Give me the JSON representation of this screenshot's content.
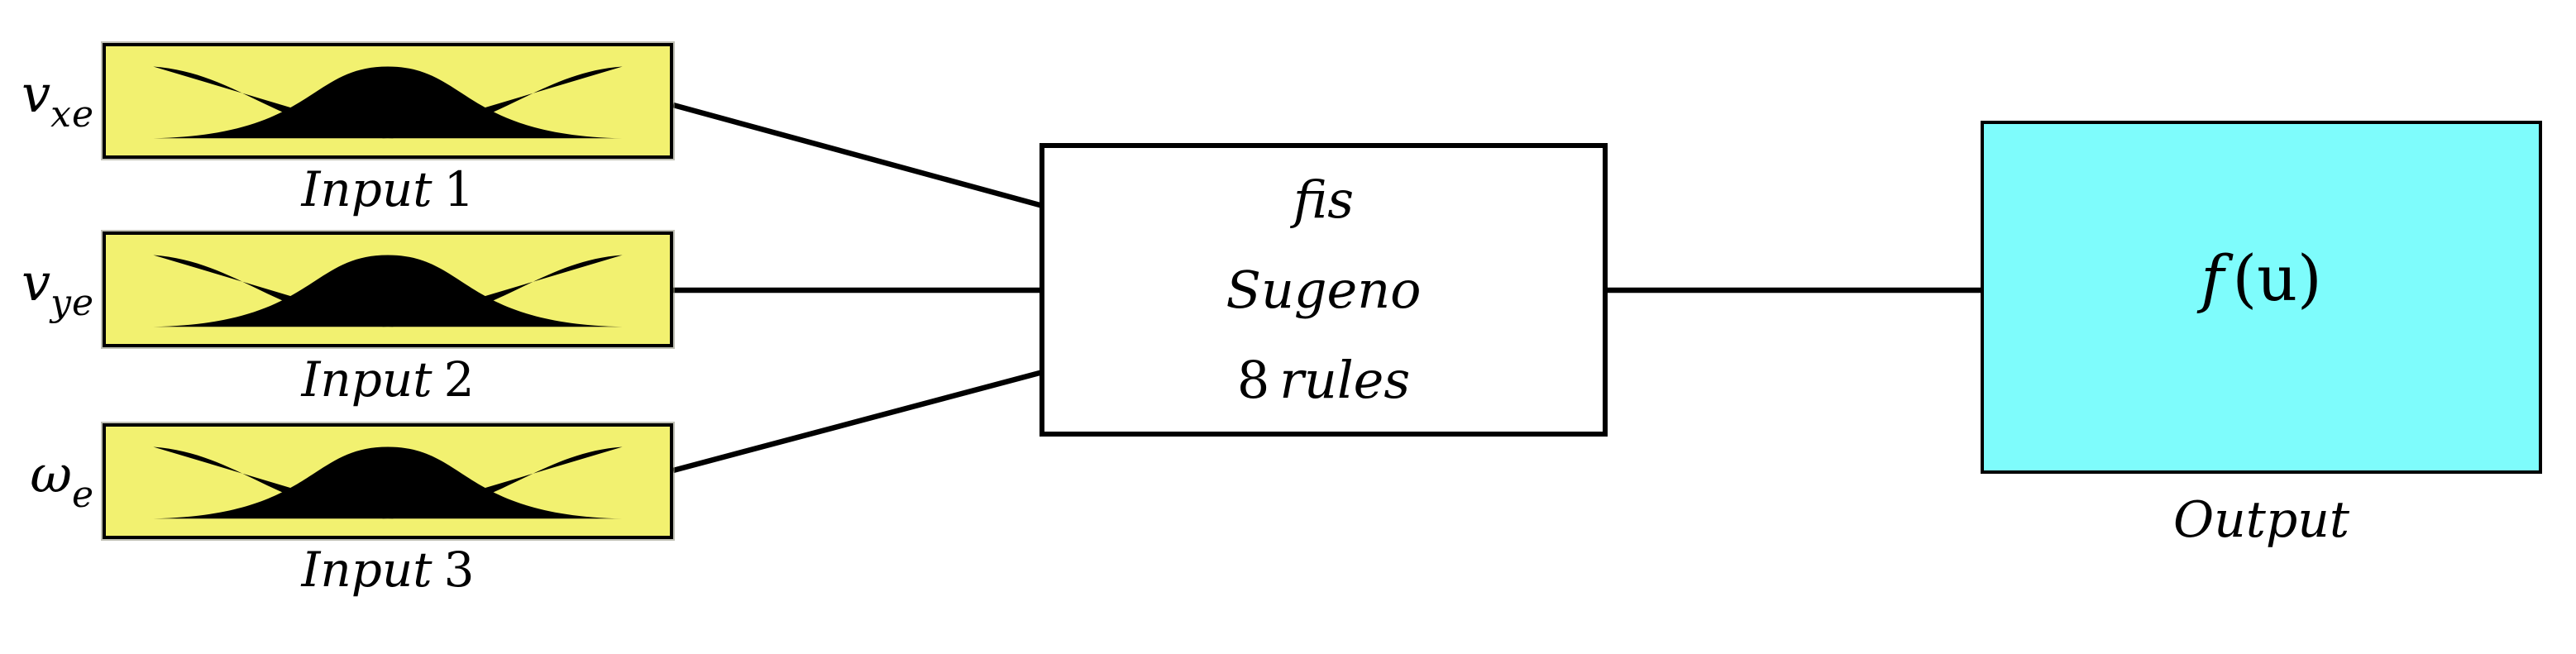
{
  "diagram": {
    "inputs": [
      {
        "symbol": "v",
        "subscript": "xe",
        "caption": "Input",
        "number": "1"
      },
      {
        "symbol": "v",
        "subscript": "ye",
        "caption": "Input",
        "number": "2"
      },
      {
        "symbol": "ω",
        "subscript": "e",
        "caption": "Input",
        "number": "3"
      }
    ],
    "fis_block": {
      "name": "fis",
      "type": "Sugeno",
      "rules_count": "8",
      "rules_word": "rules"
    },
    "output_block": {
      "function_f": "f",
      "function_arg": "(u)",
      "caption": "Output"
    },
    "colors": {
      "input_fill": "#F2F170",
      "output_fill": "#7EFCFC",
      "fis_fill": "#FFFFFF",
      "connector_stroke": "#000000",
      "background": "#FFFFFF"
    }
  }
}
